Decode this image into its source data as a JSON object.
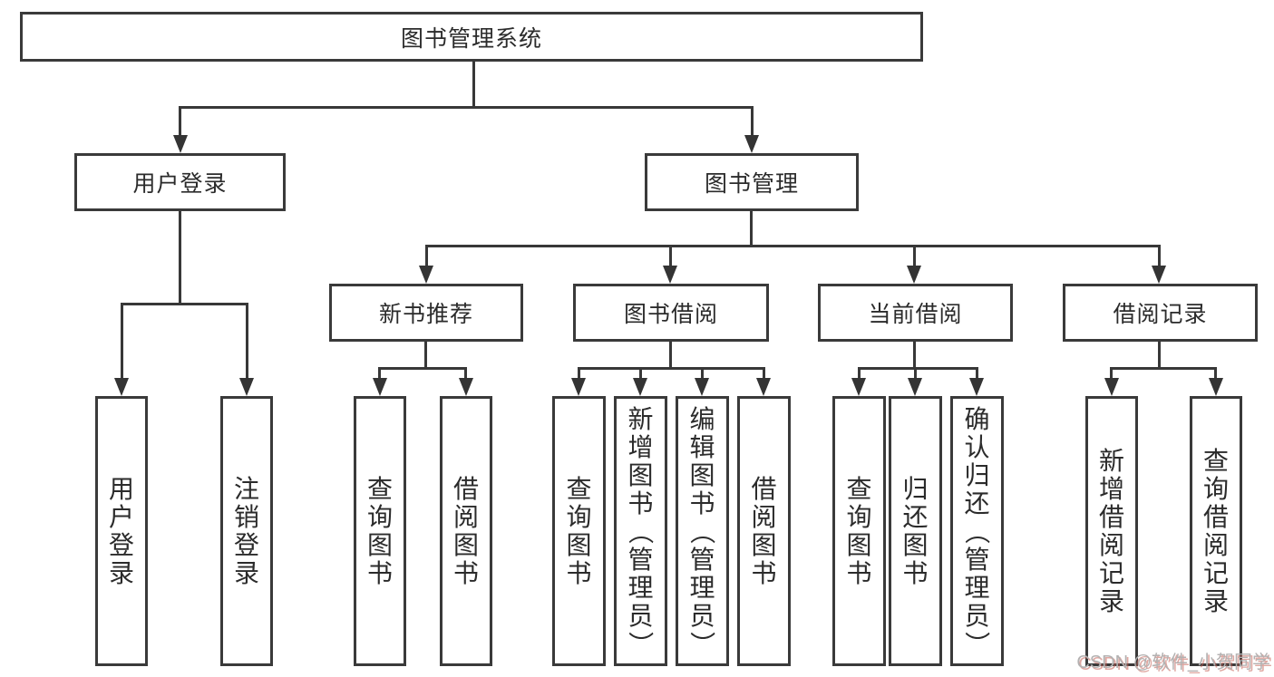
{
  "diagram": {
    "title": "图书管理系统",
    "level2": [
      {
        "label": "用户登录"
      },
      {
        "label": "图书管理"
      }
    ],
    "level3": [
      {
        "label": "新书推荐"
      },
      {
        "label": "图书借阅"
      },
      {
        "label": "当前借阅"
      },
      {
        "label": "借阅记录"
      }
    ],
    "leaves": {
      "userLogin": [
        "用户登录",
        "注销登录"
      ],
      "newBooks": [
        "查询图书",
        "借阅图书"
      ],
      "bookBorrow": [
        "查询图书",
        "新增图书（管理员）",
        "编辑图书（管理员）",
        "借阅图书"
      ],
      "currentBorrow": [
        "查询图书",
        "归还图书",
        "确认归还（管理员）"
      ],
      "borrowRecords": [
        "新增借阅记录",
        "查询借阅记录"
      ]
    },
    "line_color": "#3a3a3a",
    "text_color": "#2b2b2b"
  },
  "watermark": {
    "text": "CSDN @软件_小贺同学"
  }
}
